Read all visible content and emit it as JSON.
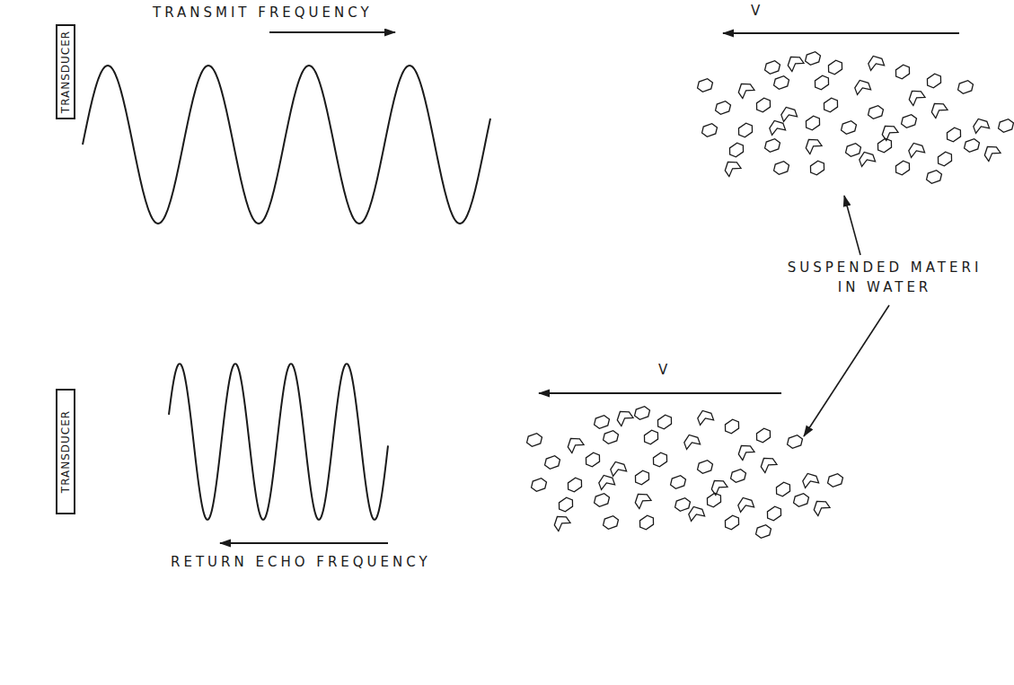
{
  "diagram": {
    "nodes": [
      {
        "text": [
          "TRANSDUCER"
        ]
      },
      {
        "text": [
          "TRANSDUCER"
        ]
      }
    ],
    "labels": [
      "TRANSMIT FREQUENCY",
      "V",
      "SUSPENDED MATERI IN WATER",
      "V",
      "RETURN ECHO FREQUENCY"
    ]
  }
}
